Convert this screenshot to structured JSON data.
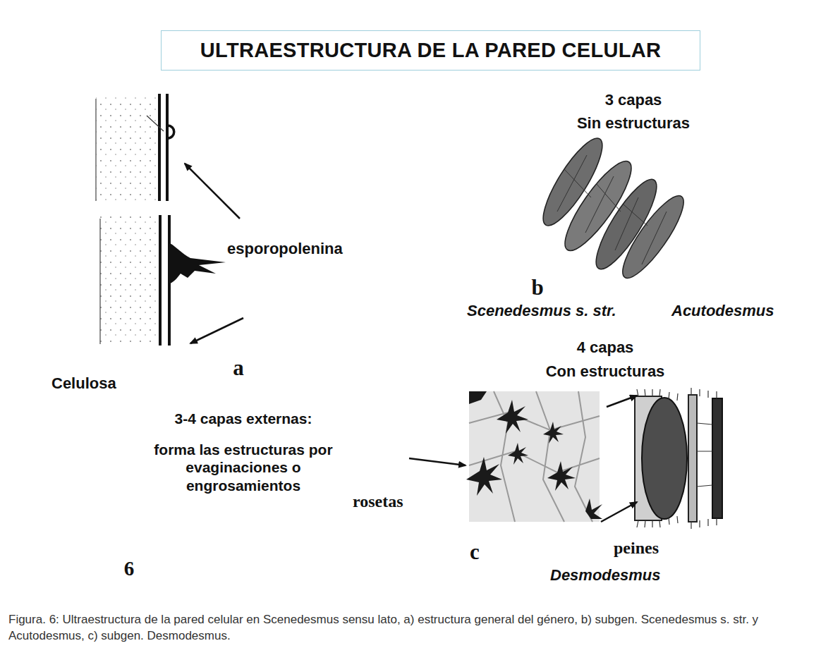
{
  "diagram": {
    "title": "ULTRAESTRUCTURA DE LA PARED CELULAR",
    "caption": "Figura. 6: Ultraestructura de la pared celular en Scenedesmus sensu lato, a) estructura general del género, b) subgen. Scenedesmus s. str. y Acutodesmus, c) subgen. Desmodesmus.",
    "labels": [
      "3 capas",
      "Sin estructuras",
      "esporopolenina",
      "b",
      "Scenedesmus s. str.",
      "Acutodesmus",
      "4 capas",
      "Con estructuras",
      "a",
      "Celulosa",
      "3-4 capas externas:",
      "forma las estructuras por evaginaciones o engrosamientos",
      "rosetas",
      "c",
      "peines",
      "Desmodesmus",
      "6"
    ]
  }
}
